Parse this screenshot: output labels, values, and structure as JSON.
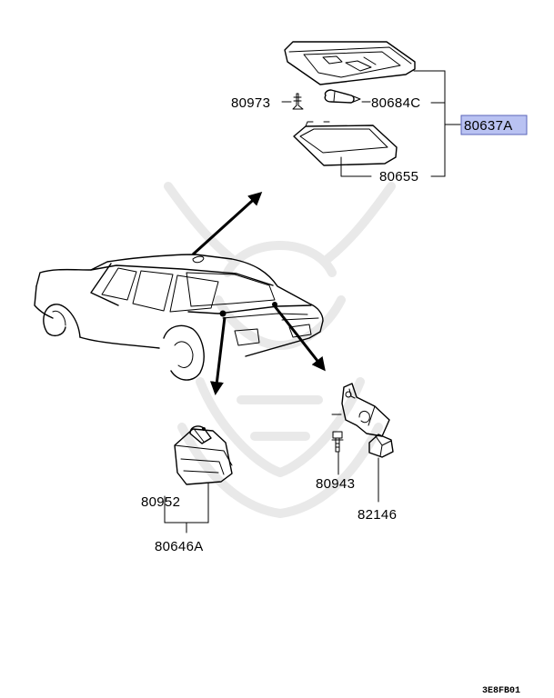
{
  "parts": {
    "p80973": "80973",
    "p80684c": "80684C",
    "p80637a": "80637A",
    "p80655": "80655",
    "p80952": "80952",
    "p80646a": "80646A",
    "p80943": "80943",
    "p82146": "82146"
  },
  "diagram_code": "3E8FB01",
  "colors": {
    "highlight_fill": "#b9c2f2",
    "highlight_border": "#5a64b8",
    "line": "#000000",
    "watermark": "#e9e9e9"
  }
}
